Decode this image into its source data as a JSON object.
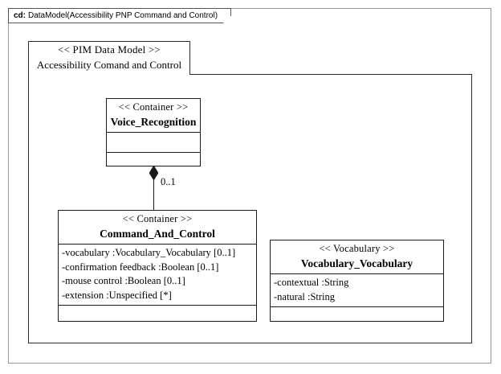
{
  "frame": {
    "kind_label": "cd:",
    "title": "DataModel(Accessibility PNP Command and Control)"
  },
  "package": {
    "stereotype": "<< PIM Data Model >>",
    "name": "Accessibility Comand and Control"
  },
  "classes": [
    {
      "id": "voice-recognition",
      "stereotype": "<< Container >>",
      "name": "Voice_Recognition",
      "attributes": [],
      "operations": []
    },
    {
      "id": "command-and-control",
      "stereotype": "<< Container >>",
      "name": "Command_And_Control",
      "attributes": [
        "-vocabulary :Vocabulary_Vocabulary  [0..1]",
        "-confirmation feedback   :Boolean [0..1]",
        "-mouse control :Boolean [0..1]",
        "-extension :Unspecified [*]"
      ],
      "operations": []
    },
    {
      "id": "vocabulary-vocabulary",
      "stereotype": "<< Vocabulary >>",
      "name": "Vocabulary_Vocabulary",
      "attributes": [
        "-contextual :String",
        "-natural :String"
      ],
      "operations": []
    }
  ],
  "associations": [
    {
      "id": "voice-recognition-to-command-and-control",
      "type": "composition",
      "source": "Voice_Recognition",
      "target": "Command_And_Control",
      "source_multiplicity": "0..1",
      "diamond": "filled"
    }
  ],
  "colors": {
    "line": "#1a1a1a",
    "frame_line": "#999999",
    "background": "#ffffff"
  }
}
